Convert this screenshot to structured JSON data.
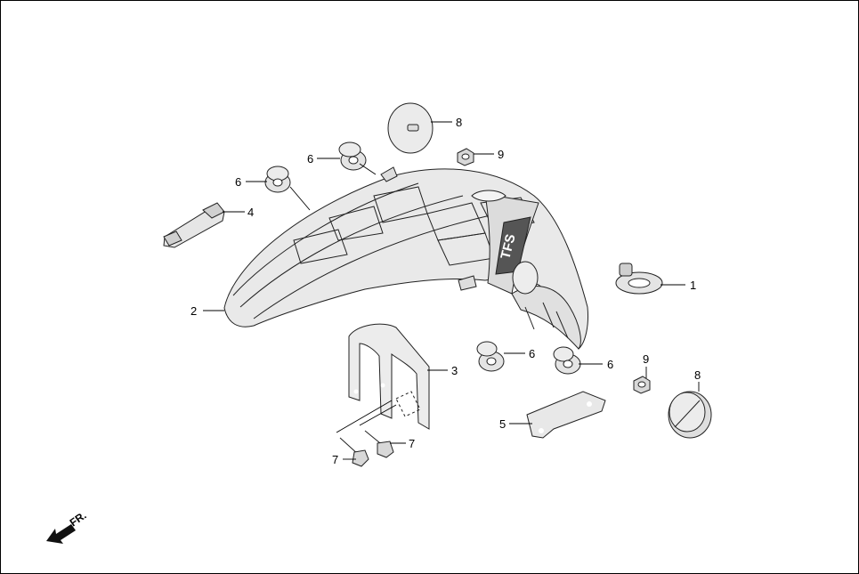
{
  "callouts": {
    "c1": "1",
    "c2": "2",
    "c3": "3",
    "c4": "4",
    "c5": "5",
    "c6a": "6",
    "c6b": "6",
    "c6c": "6",
    "c6d": "6",
    "c7a": "7",
    "c7b": "7",
    "c8a": "8",
    "c8b": "8",
    "c9a": "9",
    "c9b": "9"
  },
  "front_indicator": {
    "label": "FR."
  },
  "fender_logo": {
    "text": "TFS"
  },
  "colors": {
    "line": "#222222",
    "part_fill": "#e6e6e6",
    "dark_fill": "#9a9a9a",
    "background": "#ffffff"
  }
}
